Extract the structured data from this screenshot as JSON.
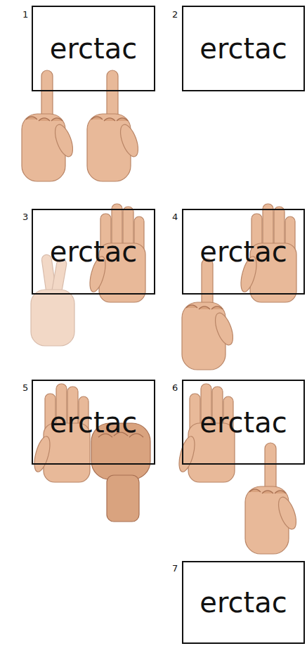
{
  "diagram": {
    "nodes": [
      {
        "text": [
          "erctac"
        ]
      },
      {
        "text": [
          "erctac"
        ]
      },
      {
        "text": [
          "erctac"
        ]
      },
      {
        "text": [
          "erctac"
        ]
      },
      {
        "text": [
          "erctac"
        ]
      },
      {
        "text": [
          "erctac"
        ]
      },
      {
        "text": [
          "erctac"
        ]
      }
    ],
    "labels": [
      "1",
      "2",
      "3",
      "4",
      "5",
      "6",
      "7"
    ]
  }
}
